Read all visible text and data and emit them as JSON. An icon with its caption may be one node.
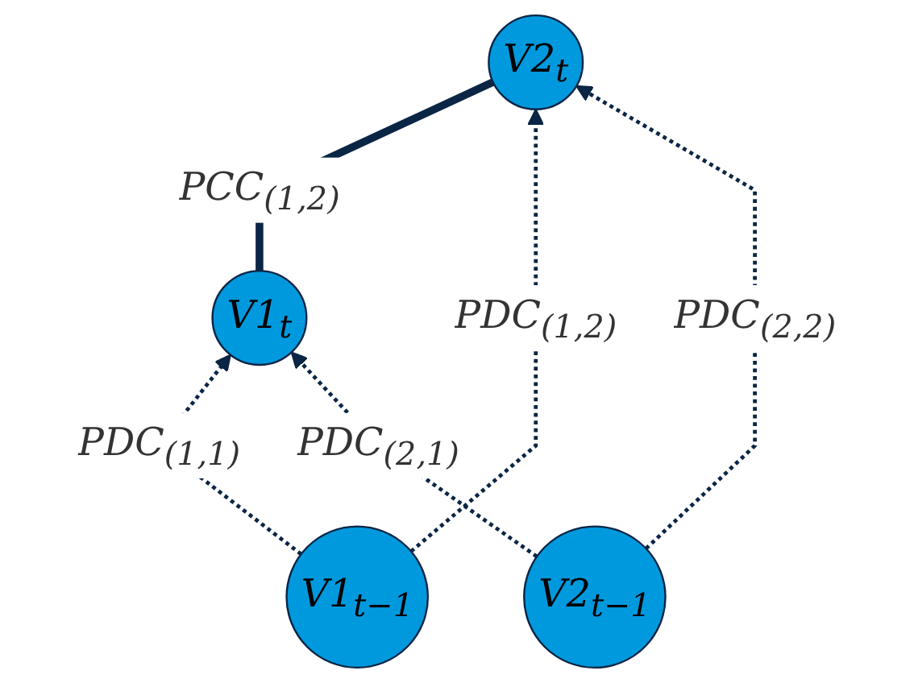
{
  "diagram": {
    "nodes": [
      {
        "text": [
          "V1$_{t}$"
        ]
      },
      {
        "text": [
          "V2$_{t}$"
        ]
      },
      {
        "text": [
          "V1$_{t−1}$"
        ]
      },
      {
        "text": [
          "V2$_{t−1}$"
        ]
      }
    ],
    "edges": [
      {
        "from": 0,
        "to": 1,
        "arrow": "none",
        "style": "thick",
        "label": "PCC$_{(1,2)}$"
      },
      {
        "from": 2,
        "to": 0,
        "arrow": "to",
        "style": "dashed",
        "label": "PDC$_{(1,1)}$"
      },
      {
        "from": 3,
        "to": 0,
        "arrow": "to",
        "style": "dashed",
        "label": "PDC$_{(2,1)}$"
      },
      {
        "from": 2,
        "to": 1,
        "arrow": "to",
        "style": "dashed",
        "label": "PDC$_{(1,2)}$"
      },
      {
        "from": 3,
        "to": 1,
        "arrow": "to",
        "style": "dashed",
        "label": "PDC$_{(2,2)}$"
      }
    ]
  }
}
